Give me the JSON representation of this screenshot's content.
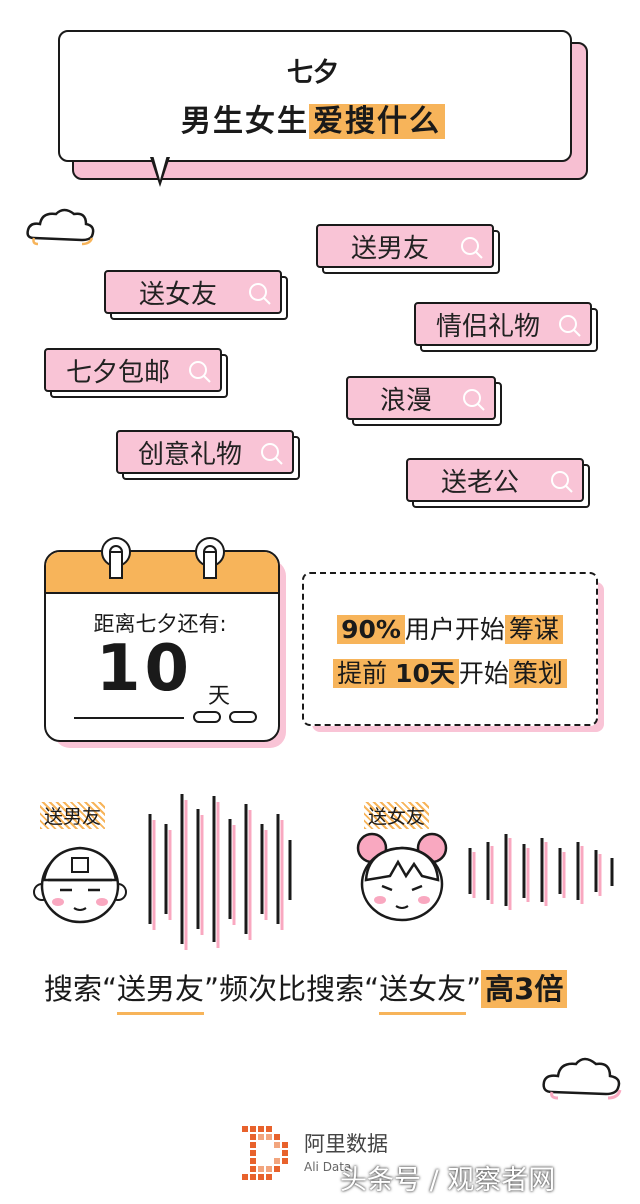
{
  "title": {
    "line1": "七夕",
    "line2_plain": "男生女生",
    "line2_highlight": "爱搜什么"
  },
  "tags": [
    {
      "label": "送男友"
    },
    {
      "label": "送女友"
    },
    {
      "label": "情侣礼物"
    },
    {
      "label": "七夕包邮"
    },
    {
      "label": "浪漫"
    },
    {
      "label": "创意礼物"
    },
    {
      "label": "送老公"
    }
  ],
  "countdown": {
    "label": "距离七夕还有:",
    "number": "10",
    "unit": "天"
  },
  "stats": {
    "line1": {
      "a": "90%",
      "b": "用户开始",
      "c": "筹谋"
    },
    "line2": {
      "a": "提前",
      "b": "10天",
      "c": "开始",
      "d": "策划"
    }
  },
  "comparison": {
    "boy_label": "送男友",
    "girl_label": "送女友",
    "sentence": {
      "p1": "搜索“",
      "q1": "送男友",
      "p2": "”频次比搜索“",
      "q2": "送女友",
      "p3": "”",
      "highlight": "高3倍"
    }
  },
  "logo": {
    "name": "阿里数据",
    "sub": "Ali Data"
  },
  "watermark": "头条号 / 观察者网",
  "colors": {
    "pink": "#f9c4d6",
    "gold": "#f7b45a",
    "ink": "#1a1a1a"
  }
}
